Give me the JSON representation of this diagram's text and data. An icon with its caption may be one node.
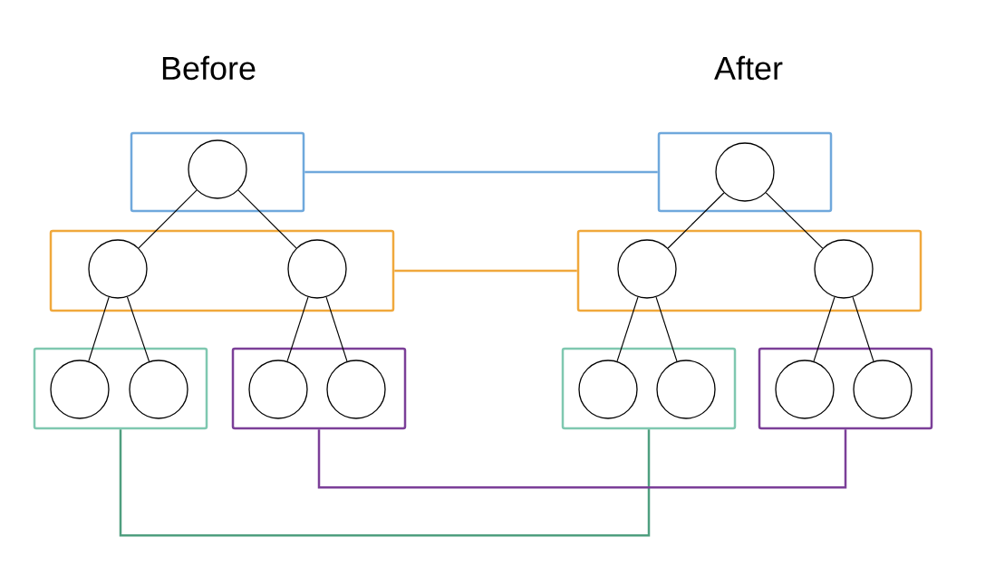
{
  "diagram": {
    "nodes": [
      {
        "text": [],
        "shape": "box"
      },
      {
        "text": [],
        "shape": "circle",
        "in": 0
      },
      {
        "text": [],
        "shape": "box"
      },
      {
        "text": [],
        "shape": "circle",
        "in": 2
      },
      {
        "text": [],
        "shape": "circle",
        "in": 2
      },
      {
        "text": [],
        "shape": "box"
      },
      {
        "text": [],
        "shape": "circle",
        "in": 5
      },
      {
        "text": [],
        "shape": "circle",
        "in": 5
      },
      {
        "text": [],
        "shape": "box"
      },
      {
        "text": [],
        "shape": "circle",
        "in": 8
      },
      {
        "text": [],
        "shape": "circle",
        "in": 8
      },
      {
        "text": [],
        "shape": "box"
      },
      {
        "text": [],
        "shape": "circle",
        "in": 11
      },
      {
        "text": [],
        "shape": "box"
      },
      {
        "text": [],
        "shape": "circle",
        "in": 13
      },
      {
        "text": [],
        "shape": "circle",
        "in": 13
      },
      {
        "text": [],
        "shape": "box"
      },
      {
        "text": [],
        "shape": "circle",
        "in": 16
      },
      {
        "text": [],
        "shape": "circle",
        "in": 16
      },
      {
        "text": [],
        "shape": "box"
      },
      {
        "text": [],
        "shape": "circle",
        "in": 19
      },
      {
        "text": [],
        "shape": "circle",
        "in": 19
      }
    ],
    "edges": [
      {
        "from": 1,
        "to": 3,
        "arrow": "none"
      },
      {
        "from": 1,
        "to": 4,
        "arrow": "none"
      },
      {
        "from": 3,
        "to": 6,
        "arrow": "none"
      },
      {
        "from": 3,
        "to": 7,
        "arrow": "none"
      },
      {
        "from": 4,
        "to": 9,
        "arrow": "none"
      },
      {
        "from": 4,
        "to": 10,
        "arrow": "none"
      },
      {
        "from": 12,
        "to": 14,
        "arrow": "none"
      },
      {
        "from": 12,
        "to": 15,
        "arrow": "none"
      },
      {
        "from": 14,
        "to": 17,
        "arrow": "none"
      },
      {
        "from": 14,
        "to": 18,
        "arrow": "none"
      },
      {
        "from": 15,
        "to": 20,
        "arrow": "none"
      },
      {
        "from": 15,
        "to": 21,
        "arrow": "none"
      },
      {
        "from": 0,
        "to": 11,
        "arrow": "none",
        "color": "#6fa8dc"
      },
      {
        "from": 2,
        "to": 13,
        "arrow": "none",
        "color": "#f0a83c"
      },
      {
        "from": 5,
        "to": 16,
        "arrow": "none",
        "color": "#4f9f7f"
      },
      {
        "from": 8,
        "to": 19,
        "arrow": "none",
        "color": "#7b3f98"
      }
    ],
    "labels": [
      "Before",
      "After"
    ]
  }
}
